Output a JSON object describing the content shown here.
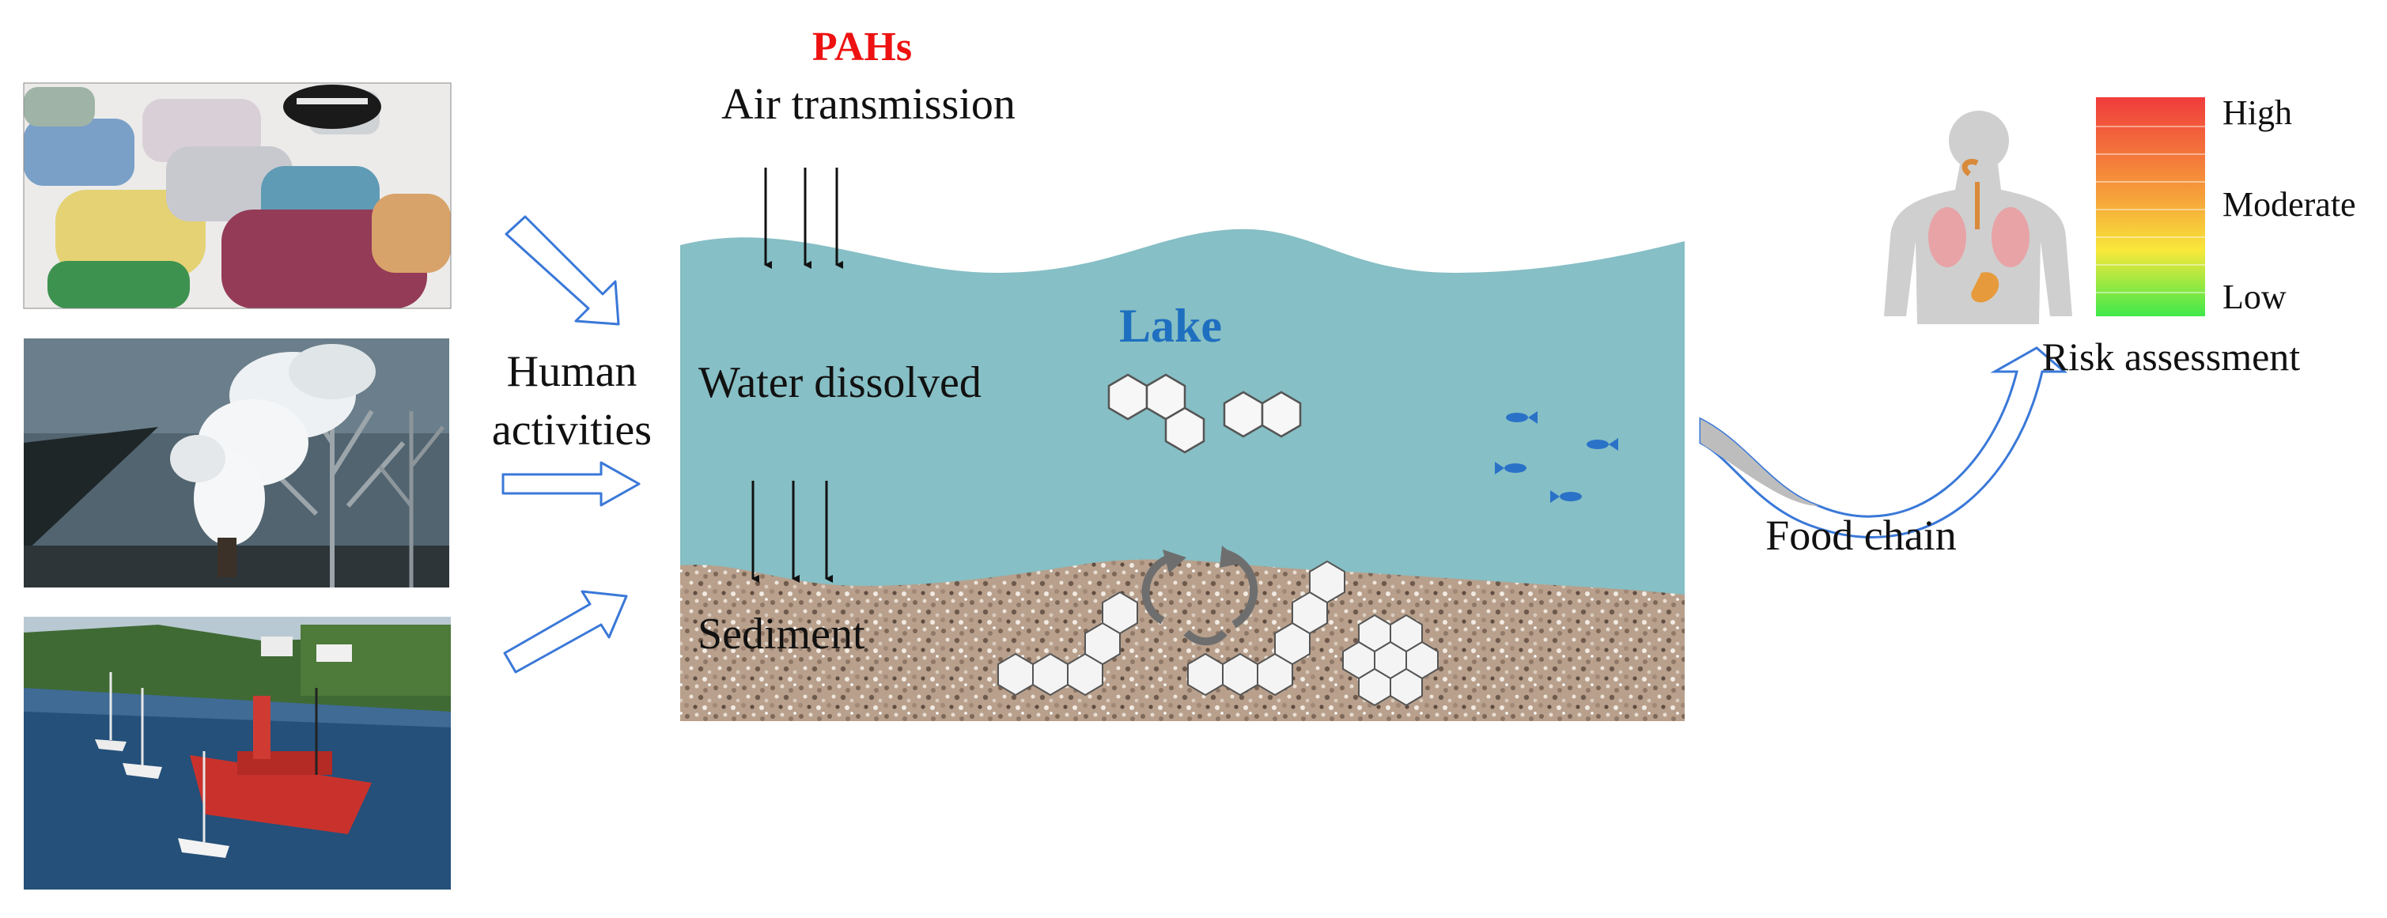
{
  "labels": {
    "pahs": "PAHs",
    "air_transmission": "Air transmission",
    "human_activities_line1": "Human",
    "human_activities_line2": "activities",
    "water_dissolved": "Water dissolved",
    "lake": "Lake",
    "sediment": "Sediment",
    "food_chain": "Food chain",
    "risk_assessment": "Risk assessment"
  },
  "risk_scale": {
    "levels": [
      "High",
      "Moderate",
      "Low"
    ],
    "gradient_top": "#f03c3c",
    "gradient_mid": "#f8e83a",
    "gradient_bottom": "#3ee84a"
  },
  "colors": {
    "pahs": "#ee1111",
    "lake_label": "#1f6fc0",
    "water": "#86bfc5",
    "sediment": "#b59c88",
    "arrow_outline": "#3a78d8",
    "fish": "#2a72c8"
  },
  "source_images": [
    {
      "name": "traffic-photo",
      "icon": "cartoon-cars"
    },
    {
      "name": "smoke-photo",
      "icon": "chimney-smoke"
    },
    {
      "name": "harbor-photo",
      "icon": "ships-harbor"
    }
  ]
}
